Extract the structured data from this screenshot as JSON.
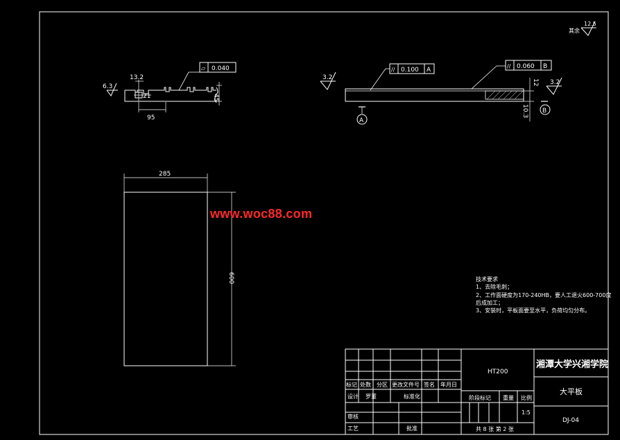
{
  "drawing": {
    "school": "湘潭大学兴湘学院",
    "material": "HT200",
    "part_name": "大平板",
    "drawing_no": "DJ-04",
    "scale": "1:5",
    "sheet_info": "共 8 张   第 2 张"
  },
  "title_block": {
    "mark": "标记",
    "count": "处数",
    "zone": "分区",
    "change_doc": "更改文件号",
    "signature": "签名",
    "date": "年月日",
    "design": "设计",
    "designer": "罗董",
    "standardize": "标准化",
    "stage_mark": "阶段标记",
    "weight": "重量",
    "scale_label": "比例",
    "review": "审核",
    "process": "工艺",
    "approve": "批准"
  },
  "notes": {
    "heading": "技术要求",
    "line1": "1、去除毛刺；",
    "line2": "2、工作面硬度为170-240HB，要人工退火600-700度",
    "line3": "后成加工；",
    "line4": "3、安装时，平板面要至水平，负荷均匀分布。"
  },
  "roughness": {
    "general_value": "12.5",
    "general_label": "其余",
    "side_value": "6.3",
    "top_left_value": "3.2",
    "top_right_value": "3.2"
  },
  "tolerances": {
    "flatness_left": "0.040",
    "parallel_a_value": "0.100",
    "parallel_a_datum": "A",
    "parallel_b_value": "0.060",
    "parallel_b_datum": "B",
    "parallel_a_symbol": "//",
    "parallel_b_symbol": "//",
    "flatness_symbol": "▱"
  },
  "dimensions": {
    "slot_width": "13.2",
    "slot_depth": "21",
    "height": "45",
    "slot_pitch": "95",
    "plan_width": "285",
    "plan_length": "600",
    "right_12": "12",
    "right_10_3": "10.3"
  },
  "datums": {
    "a": "A",
    "b": "B"
  },
  "watermark": "www.woc88.com"
}
